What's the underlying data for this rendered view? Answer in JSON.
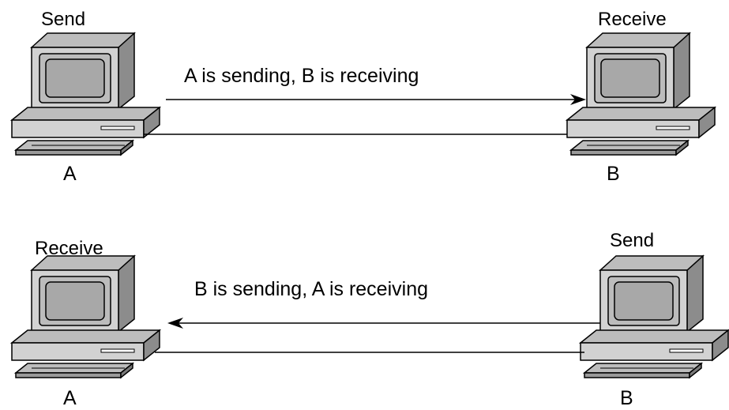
{
  "colors": {
    "background": "#ffffff",
    "ink": "#000000",
    "computer_light": "#d2d2d2",
    "computer_mid": "#a8a8a8",
    "computer_dark": "#7a7a7a"
  },
  "icons": {
    "computer": "desktop-computer-icon",
    "arrow": "arrowhead"
  },
  "rows": [
    {
      "left_role": "Send",
      "right_role": "Receive",
      "message": "A is sending, B is receiving",
      "direction": "A-to-B",
      "left_node": "A",
      "right_node": "B"
    },
    {
      "left_role": "Receive",
      "right_role": "Send",
      "message": "B is sending, A is receiving",
      "direction": "B-to-A",
      "left_node": "A",
      "right_node": "B"
    }
  ]
}
